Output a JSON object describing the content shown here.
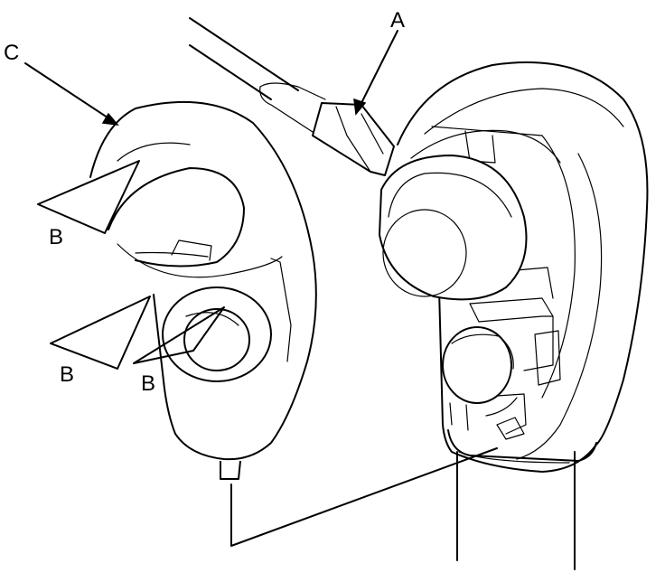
{
  "labels": {
    "a": "A",
    "b1": "B",
    "b2": "B",
    "b3": "B",
    "c": "C"
  }
}
